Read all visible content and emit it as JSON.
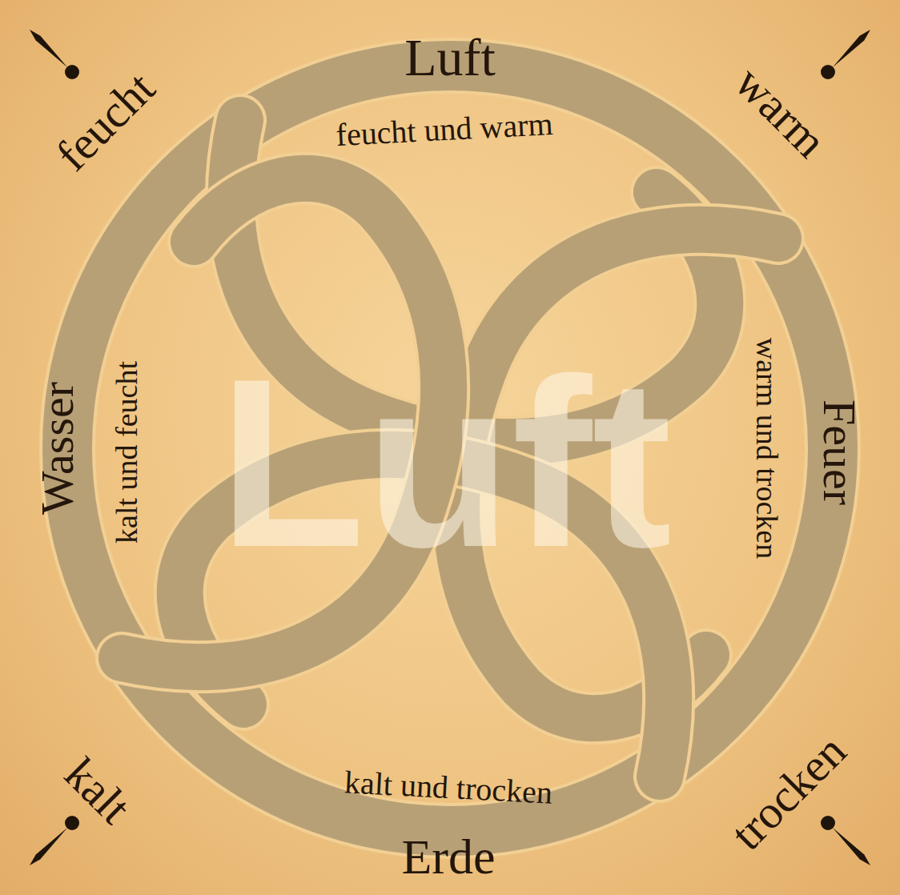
{
  "diagram": {
    "labels": [
      "feucht",
      "Luft",
      "warm",
      "feucht und warm",
      "Wasser",
      "kalt und feucht",
      "warm und trocken",
      "Feuer",
      "kalt",
      "kalt und trocken",
      "Erde",
      "trocken",
      "Luft"
    ]
  }
}
